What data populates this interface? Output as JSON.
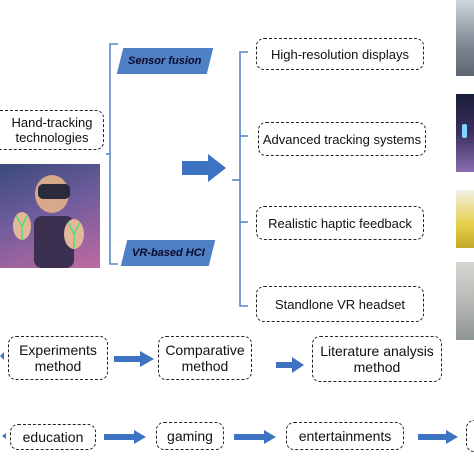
{
  "diagram": {
    "source": {
      "label": "Hand-tracking technologies"
    },
    "branches": [
      {
        "label": "Sensor fusion"
      },
      {
        "label": "VR-based HCI"
      }
    ],
    "outcomes": [
      {
        "label": "High-resolution displays"
      },
      {
        "label": "Advanced tracking systems"
      },
      {
        "label": "Realistic haptic feedback"
      },
      {
        "label": "Standlone VR headset"
      }
    ],
    "methods": [
      {
        "label": "Experiments method"
      },
      {
        "label": "Comparative method"
      },
      {
        "label": "Literature analysis method"
      }
    ],
    "applications": [
      {
        "label": "education"
      },
      {
        "label": "gaming"
      },
      {
        "label": "entertainments"
      }
    ]
  },
  "colors": {
    "connector_blue": "#4f7fc4",
    "arrow_blue": "#3e72c2",
    "box_border": "#222222"
  },
  "images": [
    {
      "icon": "vr-user-photo"
    },
    {
      "icon": "vr-headset-photo"
    },
    {
      "icon": "tracking-hand-photo"
    },
    {
      "icon": "haptic-glove-photo"
    },
    {
      "icon": "standalone-headset-photo"
    }
  ]
}
